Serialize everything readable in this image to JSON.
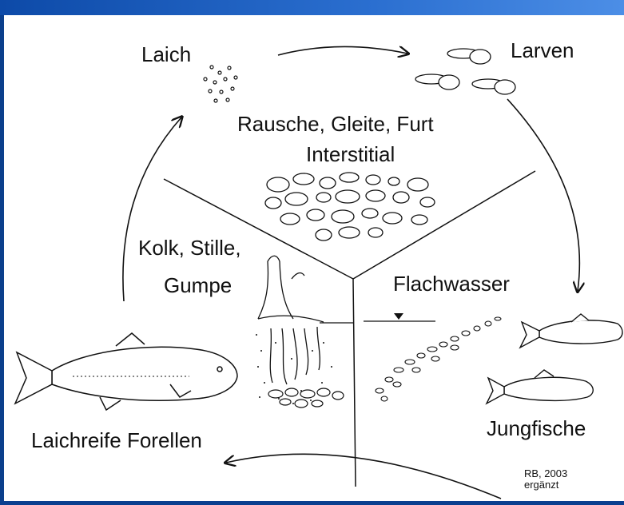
{
  "stages": {
    "laich": "Laich",
    "larven": "Larven",
    "jungfische": "Jungfische",
    "laichreife": "Laichreife Forellen"
  },
  "habitats": {
    "top_line1": "Rausche, Gleite, Furt",
    "top_line2": "Interstitial",
    "left_line1": "Kolk, Stille,",
    "left_line2": "Gumpe",
    "right": "Flachwasser"
  },
  "credit": {
    "line1": "RB, 2003",
    "line2": "ergänzt"
  }
}
